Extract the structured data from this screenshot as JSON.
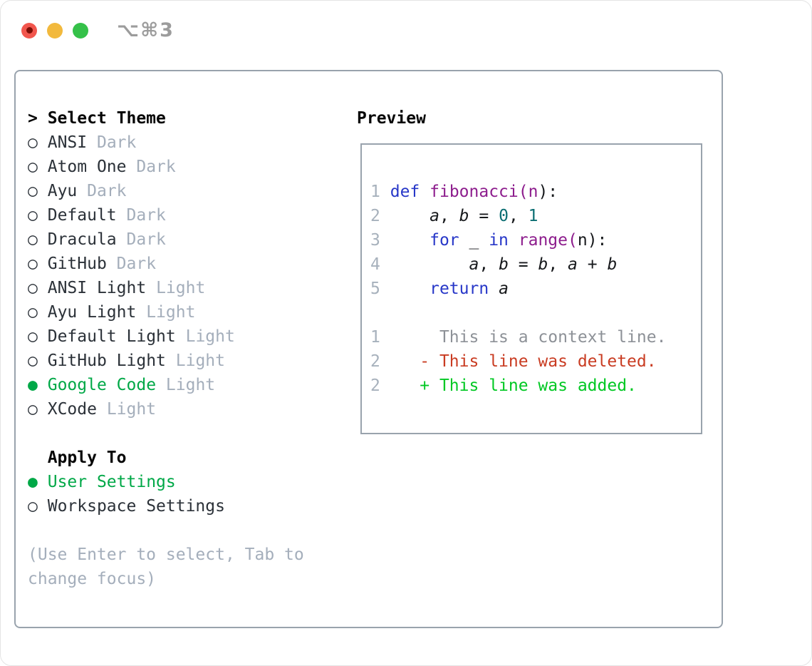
{
  "window": {
    "shortcut": "⌥⌘3",
    "buttons": [
      "close",
      "minimize",
      "zoom"
    ]
  },
  "theme_panel": {
    "cursor": ">",
    "title": "Select Theme",
    "radio_unselected": "○",
    "radio_selected": "●",
    "items": [
      {
        "name": "ANSI",
        "variant": "Dark",
        "selected": false
      },
      {
        "name": "Atom One",
        "variant": "Dark",
        "selected": false
      },
      {
        "name": "Ayu",
        "variant": "Dark",
        "selected": false
      },
      {
        "name": "Default",
        "variant": "Dark",
        "selected": false
      },
      {
        "name": "Dracula",
        "variant": "Dark",
        "selected": false
      },
      {
        "name": "GitHub",
        "variant": "Dark",
        "selected": false
      },
      {
        "name": "ANSI Light",
        "variant": "Light",
        "selected": false
      },
      {
        "name": "Ayu Light",
        "variant": "Light",
        "selected": false
      },
      {
        "name": "Default Light",
        "variant": "Light",
        "selected": false
      },
      {
        "name": "GitHub Light",
        "variant": "Light",
        "selected": false
      },
      {
        "name": "Google Code",
        "variant": "Light",
        "selected": true
      },
      {
        "name": "XCode",
        "variant": "Light",
        "selected": false
      }
    ]
  },
  "apply_panel": {
    "title": "Apply To",
    "options": [
      {
        "label": "User Settings",
        "selected": true
      },
      {
        "label": "Workspace Settings",
        "selected": false
      }
    ]
  },
  "help_text_lines": [
    "(Use Enter to select, Tab to",
    "change focus)"
  ],
  "preview_panel": {
    "title": "Preview",
    "code_lines": [
      {
        "num": "1",
        "segments": [
          {
            "t": "def",
            "c": "keyword"
          },
          {
            "t": " ",
            "c": "plain"
          },
          {
            "t": "fibonacci(n",
            "c": "function"
          },
          {
            "t": "):",
            "c": "plain"
          }
        ]
      },
      {
        "num": "2",
        "segments": [
          {
            "t": "    ",
            "c": "plain"
          },
          {
            "t": "a",
            "c": "variable"
          },
          {
            "t": ", ",
            "c": "plain"
          },
          {
            "t": "b",
            "c": "variable"
          },
          {
            "t": " = ",
            "c": "plain"
          },
          {
            "t": "0",
            "c": "literal"
          },
          {
            "t": ", ",
            "c": "plain"
          },
          {
            "t": "1",
            "c": "literal"
          }
        ]
      },
      {
        "num": "3",
        "segments": [
          {
            "t": "    ",
            "c": "plain"
          },
          {
            "t": "for",
            "c": "keyword"
          },
          {
            "t": " _ ",
            "c": "plain"
          },
          {
            "t": "in",
            "c": "keyword"
          },
          {
            "t": " ",
            "c": "plain"
          },
          {
            "t": "range(",
            "c": "function"
          },
          {
            "t": "n):",
            "c": "plain"
          }
        ]
      },
      {
        "num": "4",
        "segments": [
          {
            "t": "        ",
            "c": "plain"
          },
          {
            "t": "a",
            "c": "variable"
          },
          {
            "t": ", ",
            "c": "plain"
          },
          {
            "t": "b",
            "c": "variable"
          },
          {
            "t": " = ",
            "c": "plain"
          },
          {
            "t": "b",
            "c": "variable"
          },
          {
            "t": ", ",
            "c": "plain"
          },
          {
            "t": "a",
            "c": "variable"
          },
          {
            "t": " + ",
            "c": "plain"
          },
          {
            "t": "b",
            "c": "variable"
          }
        ]
      },
      {
        "num": "5",
        "segments": [
          {
            "t": "    ",
            "c": "plain"
          },
          {
            "t": "return",
            "c": "keyword"
          },
          {
            "t": " ",
            "c": "plain"
          },
          {
            "t": "a",
            "c": "variable"
          }
        ]
      }
    ],
    "diff_lines": [
      {
        "num": "1",
        "segments": [
          {
            "t": "     This is a context line.",
            "c": "context"
          }
        ]
      },
      {
        "num": "2",
        "segments": [
          {
            "t": "   - This line was deleted.",
            "c": "deleted"
          }
        ]
      },
      {
        "num": "2",
        "segments": [
          {
            "t": "   + This line was added.",
            "c": "added"
          }
        ]
      }
    ]
  },
  "colors": {
    "accent_green": "#00a847",
    "keyword": "#2737c8",
    "function": "#8d1d8d",
    "literal": "#0b6e72",
    "plain": "#17191c",
    "context": "#8d9197",
    "deleted": "#c93c22",
    "added": "#00c823",
    "line_number": "#a7b1bc",
    "muted": "#a4aebb",
    "panel_border": "#99a3ad",
    "traffic_red": "#f1564d",
    "traffic_red_core": "#7c0e06",
    "traffic_yellow": "#f2b93d",
    "traffic_green": "#35c149"
  }
}
